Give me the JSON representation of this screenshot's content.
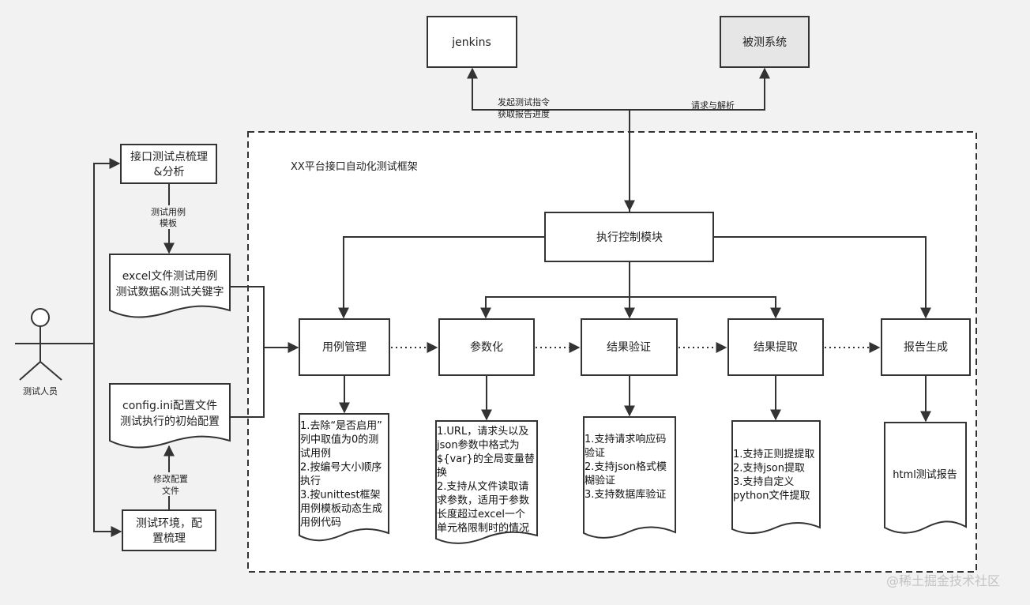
{
  "colors": {
    "background": "#f2f2f2",
    "frame_fill": "#ffffff",
    "stroke": "#333333",
    "system_box_fill": "#e6e6e6",
    "watermark": "#c4c4c4"
  },
  "external": {
    "jenkins": "jenkins",
    "system_under_test": "被测系统",
    "jenkins_edge_label": [
      "发起测试指令",
      "获取报告进度"
    ],
    "system_edge_label": "请求与解析"
  },
  "actor": {
    "label": "测试人员"
  },
  "left_flow": {
    "analysis_box": [
      "接口测试点梳理",
      "&分析"
    ],
    "template_edge_label": [
      "测试用例",
      "模板"
    ],
    "excel_doc": [
      "excel文件测试用例",
      "测试数据&测试关键字"
    ],
    "config_doc": [
      "config.ini配置文件",
      "测试执行的初始配置"
    ],
    "config_edge_label": [
      "修改配置",
      "文件"
    ],
    "env_box": [
      "测试环境，配",
      "置梳理"
    ]
  },
  "framework": {
    "title": "XX平台接口自动化测试框架",
    "controller": "执行控制模块",
    "modules": [
      {
        "name": "用例管理",
        "details": [
          "1.去除“是否启用”",
          "列中取值为0的测",
          "试用例",
          "2.按编号大小顺序",
          "执行",
          "3.按unittest框架",
          "用例模板动态生成",
          "用例代码"
        ]
      },
      {
        "name": "参数化",
        "details": [
          "1.URL，请求头以及",
          "json参数中格式为",
          "${var}的全局变量替",
          "换",
          "2.支持从文件读取请",
          "求参数，适用于参数",
          "长度超过excel一个",
          "单元格限制时的情况"
        ]
      },
      {
        "name": "结果验证",
        "details": [
          "1.支持请求响应码",
          "验证",
          "2.支持json格式模",
          "糊验证",
          "3.支持数据库验证"
        ]
      },
      {
        "name": "结果提取",
        "details": [
          "1.支持正则提提取",
          "2.支持json提取",
          "3.支持自定义",
          "python文件提取"
        ]
      },
      {
        "name": "报告生成",
        "details": [
          "html测试报告"
        ]
      }
    ]
  },
  "watermark": "@稀土掘金技术社区"
}
